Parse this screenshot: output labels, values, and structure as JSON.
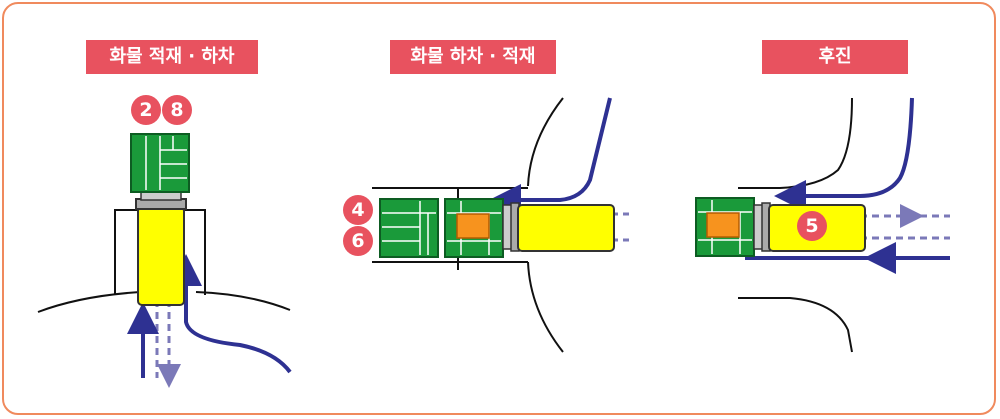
{
  "panels": [
    {
      "title": "화물 적재 · 하차",
      "steps": [
        "2",
        "8"
      ]
    },
    {
      "title": "화물 하차 · 적재",
      "steps": [
        "4",
        "6"
      ]
    },
    {
      "title": "후진",
      "steps": [
        "5"
      ]
    }
  ],
  "colors": {
    "accent": "#e8525f",
    "border": "#f08a5d",
    "truck_body": "#ffff00",
    "cargo_green": "#1a9a3a",
    "cargo_orange": "#f7931e",
    "path_blue": "#2e3192",
    "path_dashed": "#7b79b8"
  }
}
